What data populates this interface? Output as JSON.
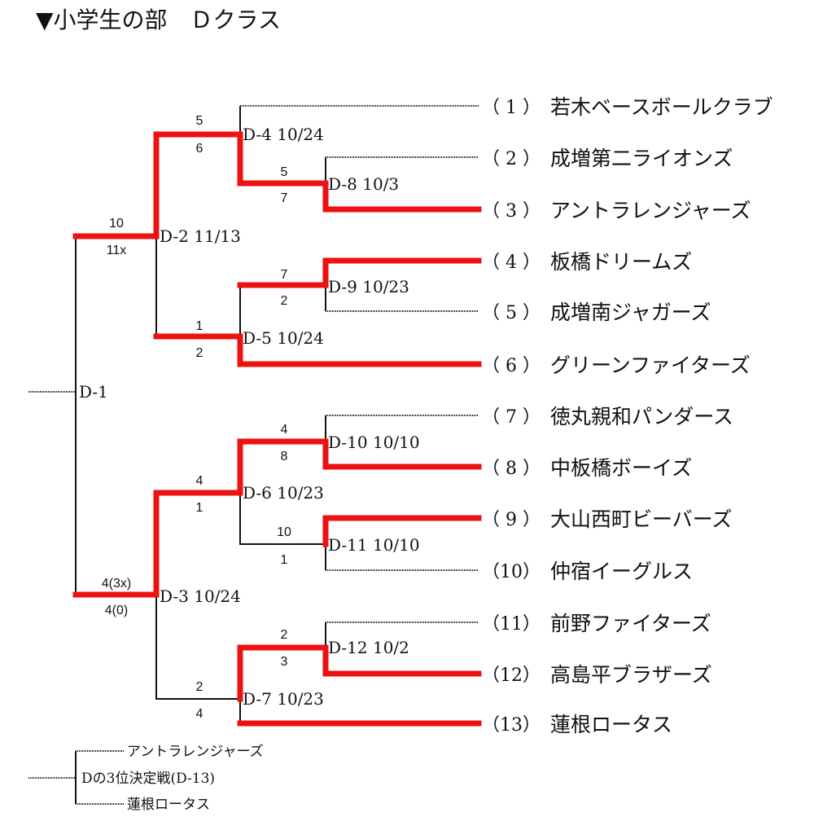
{
  "title": "▼小学生の部　Ｄクラス",
  "colors": {
    "win": "#ee1111",
    "line": "#111111",
    "background": "#ffffff"
  },
  "teams": [
    {
      "no": "（ 1 ）",
      "name": "若木ベースボールクラブ"
    },
    {
      "no": "（ 2 ）",
      "name": "成増第二ライオンズ"
    },
    {
      "no": "（ 3 ）",
      "name": "アントラレンジャーズ"
    },
    {
      "no": "（ 4 ）",
      "name": "板橋ドリームズ"
    },
    {
      "no": "（ 5 ）",
      "name": "成増南ジャガーズ"
    },
    {
      "no": "（ 6 ）",
      "name": "グリーンファイターズ"
    },
    {
      "no": "（ 7 ）",
      "name": "徳丸親和パンダース"
    },
    {
      "no": "（ 8 ）",
      "name": "中板橋ボーイズ"
    },
    {
      "no": "（ 9 ）",
      "name": "大山西町ビーバーズ"
    },
    {
      "no": "（10）",
      "name": "仲宿イーグルス"
    },
    {
      "no": "（11）",
      "name": "前野ファイターズ"
    },
    {
      "no": "（12）",
      "name": "高島平ブラザーズ"
    },
    {
      "no": "（13）",
      "name": "蓮根ロータス"
    }
  ],
  "matches": {
    "d8": {
      "label": "D-8 10/3",
      "top": "5",
      "bottom": "7"
    },
    "d9": {
      "label": "D-9 10/23",
      "top": "7",
      "bottom": "2"
    },
    "d10": {
      "label": "D-10 10/10",
      "top": "4",
      "bottom": "8"
    },
    "d11": {
      "label": "D-11 10/10",
      "top": "10",
      "bottom": "1"
    },
    "d12": {
      "label": "D-12 10/2",
      "top": "2",
      "bottom": "3"
    },
    "d4": {
      "label": "D-4 10/24",
      "top": "5",
      "bottom": "6"
    },
    "d5": {
      "label": "D-5 10/24",
      "top": "1",
      "bottom": "2"
    },
    "d6": {
      "label": "D-6 10/23",
      "top": "4",
      "bottom": "1"
    },
    "d7": {
      "label": "D-7 10/23",
      "top": "2",
      "bottom": "4"
    },
    "d2": {
      "label": "D-2 11/13",
      "top": "10",
      "bottom": "11x"
    },
    "d3": {
      "label": "D-3 10/24",
      "top": "4(3x)",
      "bottom": "4(0)"
    },
    "d1": {
      "label": "D-1"
    }
  },
  "third_place": {
    "team_top": "アントラレンジャーズ",
    "label": "Dの3位決定戦(D-13)",
    "team_bottom": "蓮根ロータス"
  }
}
